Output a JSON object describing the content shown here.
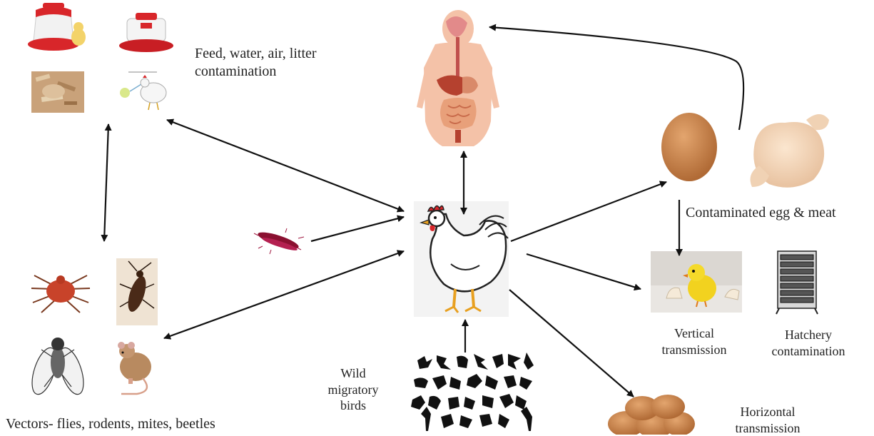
{
  "labels": {
    "feed": [
      "Feed, water, air, litter",
      "contamination"
    ],
    "vectors": "Vectors- flies, rodents, mites, beetles",
    "contaminated": "Contaminated egg & meat",
    "vertical": [
      "Vertical",
      "transmission"
    ],
    "hatchery": [
      "Hatchery",
      "contamination"
    ],
    "horizontal": [
      "Horizontal",
      "transmission"
    ],
    "wild": [
      "Wild",
      "migratory",
      "birds"
    ]
  },
  "colors": {
    "arrow": "#111111",
    "feeder_red": "#d8262a",
    "egg": "#c8804a",
    "bacteria": "#8a1030",
    "skin": "#f4c2a8"
  },
  "icons": [
    "feeder-icon",
    "waterer-icon",
    "litter-icon",
    "infected-chicken-icon",
    "human-digestive-system-icon",
    "bacteria-icon",
    "mite-icon",
    "beetle-icon",
    "fly-icon",
    "rodent-icon",
    "hen-icon",
    "egg-icon",
    "raw-chicken-meat-icon",
    "hatching-chick-icon",
    "hatchery-rack-icon",
    "wild-birds-silhouettes-icon",
    "egg-pile-icon"
  ]
}
